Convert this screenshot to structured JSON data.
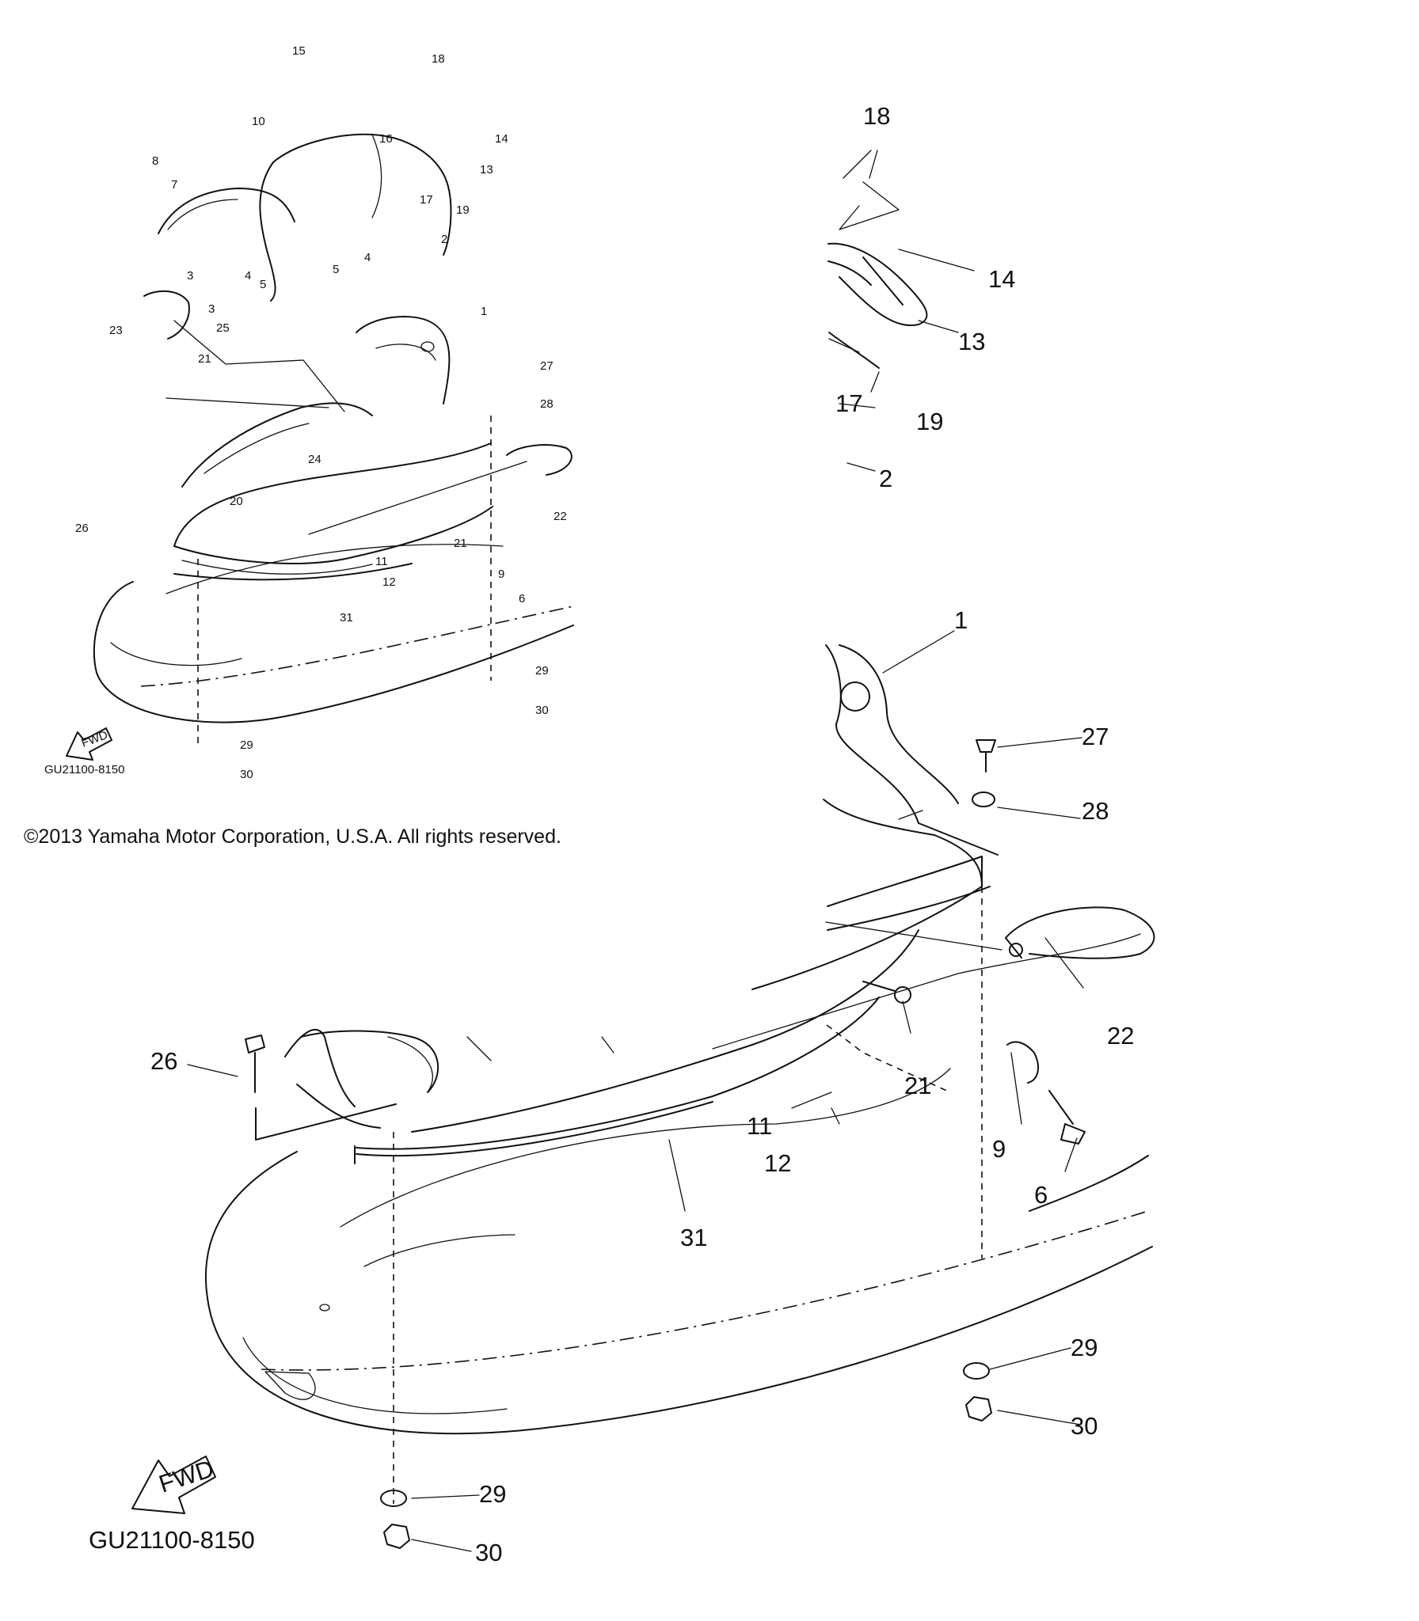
{
  "copyright": "©2013 Yamaha Motor Corporation, U.S.A. All rights reserved.",
  "diagram_code": "GU21100-8150",
  "fwd_label": "FWD",
  "small_callouts": [
    "1",
    "2",
    "3",
    "3",
    "4",
    "4",
    "5",
    "5",
    "6",
    "7",
    "8",
    "9",
    "10",
    "11",
    "12",
    "13",
    "14",
    "15",
    "16",
    "17",
    "18",
    "19",
    "20",
    "21",
    "21",
    "22",
    "23",
    "24",
    "25",
    "26",
    "27",
    "28",
    "29",
    "29",
    "30",
    "30",
    "31"
  ],
  "large_callouts": [
    "1",
    "2",
    "6",
    "9",
    "11",
    "12",
    "13",
    "14",
    "17",
    "18",
    "19",
    "21",
    "22",
    "26",
    "27",
    "28",
    "29",
    "29",
    "30",
    "30",
    "31"
  ],
  "colors": {
    "ink": "#111111",
    "paper": "#ffffff"
  }
}
